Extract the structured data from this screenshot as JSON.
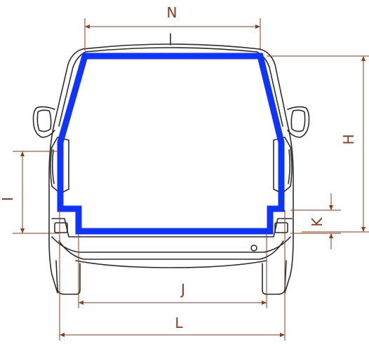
{
  "colors": {
    "dimension": "#8B3A1A",
    "outline": "#2b2b2b",
    "opening": "#1034FF",
    "background": "#ffffff"
  },
  "labels": {
    "N": "N",
    "H": "H",
    "I": "I",
    "K": "K",
    "J": "J",
    "L": "L"
  }
}
